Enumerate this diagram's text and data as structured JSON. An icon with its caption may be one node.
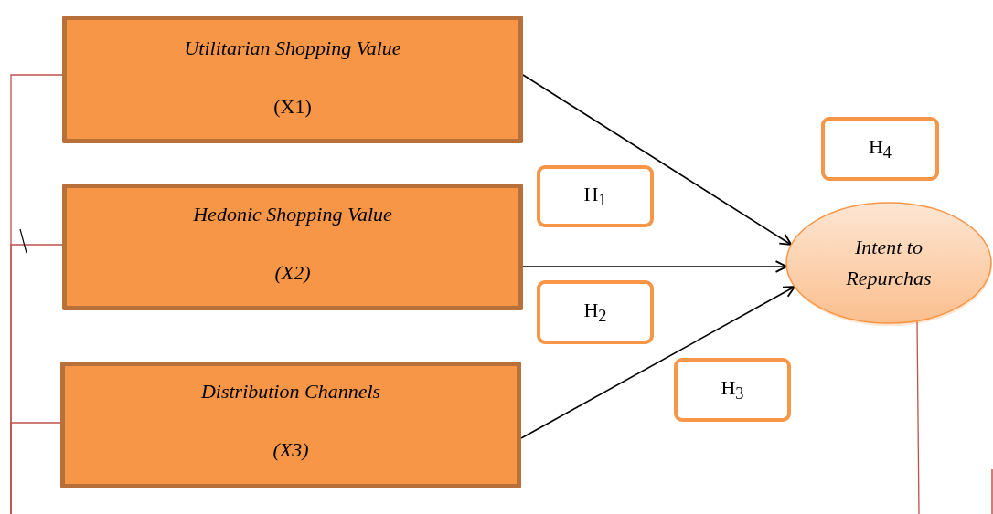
{
  "diagram": {
    "nodes": [
      {
        "text": [
          "Utilitarian Shopping Value",
          "(X1)"
        ]
      },
      {
        "text": [
          "Hedonic Shopping Value",
          "(X2)"
        ]
      },
      {
        "text": [
          "Distribution Channels",
          "(X3)"
        ]
      },
      {
        "text": [
          "H$_{1}$"
        ]
      },
      {
        "text": [
          "H$_{2}$"
        ]
      },
      {
        "text": [
          "H$_{3}$"
        ]
      },
      {
        "text": [
          "H$_{4}$"
        ]
      },
      {
        "text": [
          "Intent to Repurchas"
        ]
      }
    ],
    "edges": [
      {
        "from": 0,
        "to": 7,
        "arrow": "to",
        "color": "#000000"
      },
      {
        "from": 1,
        "to": 7,
        "arrow": "to",
        "color": "#000000"
      },
      {
        "from": 2,
        "to": 7,
        "arrow": "to",
        "color": "#000000"
      },
      {
        "from": 0,
        "to": null,
        "arrow": "none"
      },
      {
        "from": 1,
        "to": null,
        "arrow": "none"
      },
      {
        "from": 2,
        "to": null,
        "arrow": "none"
      },
      {
        "from": 7,
        "to": null,
        "arrow": "none"
      }
    ]
  }
}
